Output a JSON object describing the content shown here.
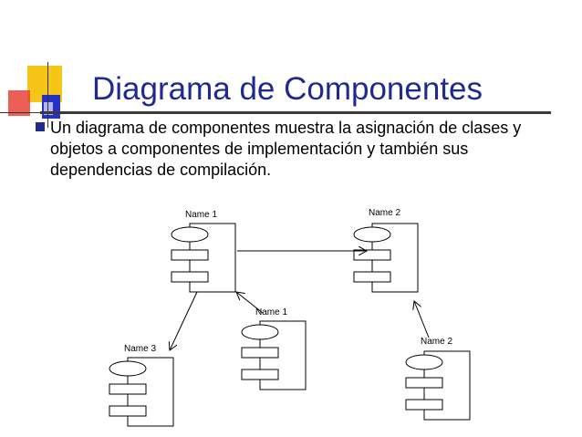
{
  "slide": {
    "title": "Diagrama de Componentes",
    "body": "Un diagrama de componentes muestra la asignación de clases y objetos a componentes de implementación y también sus dependencias de compilación.",
    "accent_color": "#1f2a8f"
  },
  "diagram": {
    "components": [
      {
        "id": "c1",
        "label": "Name 1"
      },
      {
        "id": "c2",
        "label": "Name 2"
      },
      {
        "id": "c3",
        "label": "Name 1"
      },
      {
        "id": "c4",
        "label": "Name 3"
      },
      {
        "id": "c5",
        "label": "Name 2"
      }
    ],
    "dependencies": [
      {
        "from": "c1",
        "to": "c2"
      },
      {
        "from": "c3",
        "to": "c1"
      },
      {
        "from": "c1",
        "to": "c4"
      },
      {
        "from": "c5",
        "to": "c2"
      }
    ]
  }
}
